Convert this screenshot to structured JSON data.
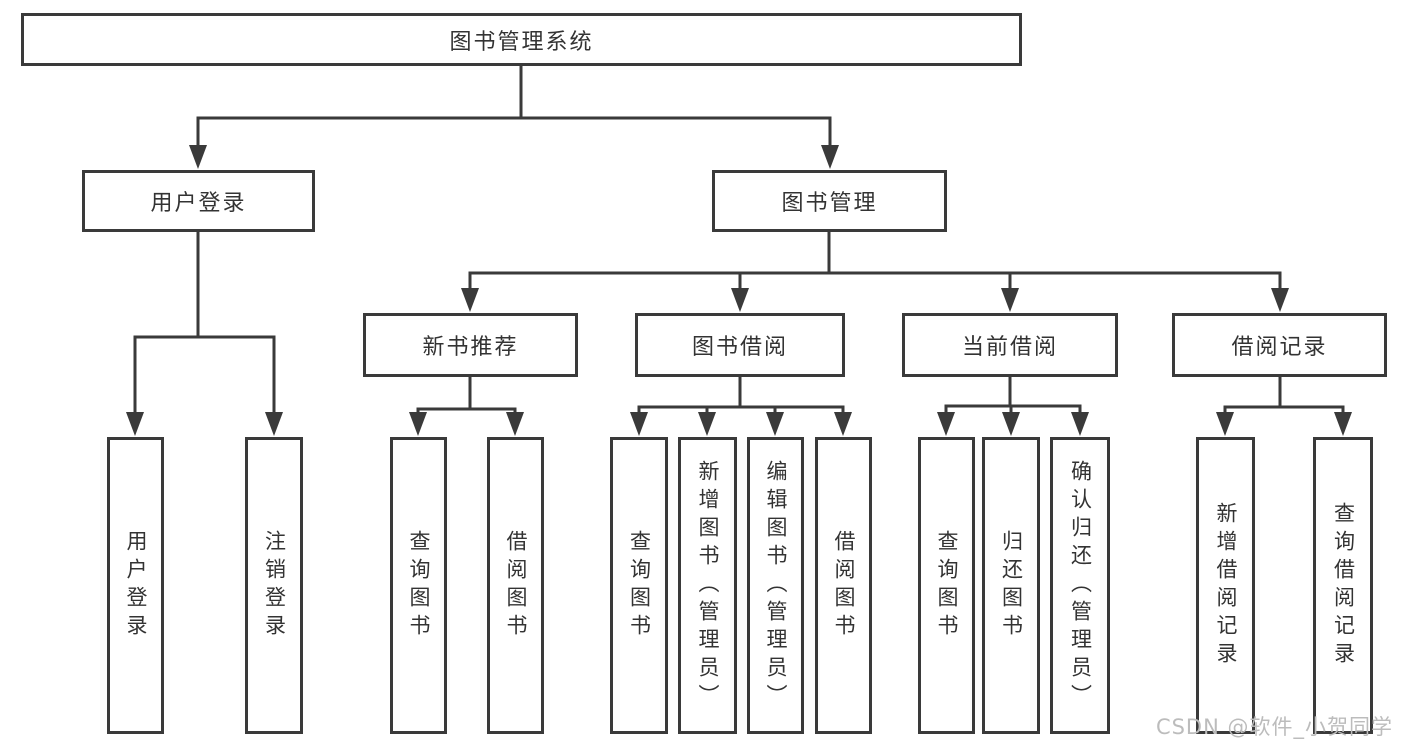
{
  "diagram": {
    "root": {
      "label": "图书管理系统"
    },
    "branches": [
      {
        "label": "用户登录",
        "leaves": [
          "用户登录",
          "注销登录"
        ]
      },
      {
        "label": "图书管理",
        "children": [
          {
            "label": "新书推荐",
            "leaves": [
              "查询图书",
              "借阅图书"
            ]
          },
          {
            "label": "图书借阅",
            "leaves": [
              "查询图书",
              "新增图书（管理员）",
              "编辑图书（管理员）",
              "借阅图书"
            ]
          },
          {
            "label": "当前借阅",
            "leaves": [
              "查询图书",
              "归还图书",
              "确认归还（管理员）"
            ]
          },
          {
            "label": "借阅记录",
            "leaves": [
              "新增借阅记录",
              "查询借阅记录"
            ]
          }
        ]
      }
    ]
  },
  "watermark": {
    "text": "CSDN @软件_小贺同学"
  },
  "colors": {
    "line": "#3a3a3a",
    "text": "#333333",
    "watermark": "#bcbcbc",
    "background": "#ffffff"
  }
}
